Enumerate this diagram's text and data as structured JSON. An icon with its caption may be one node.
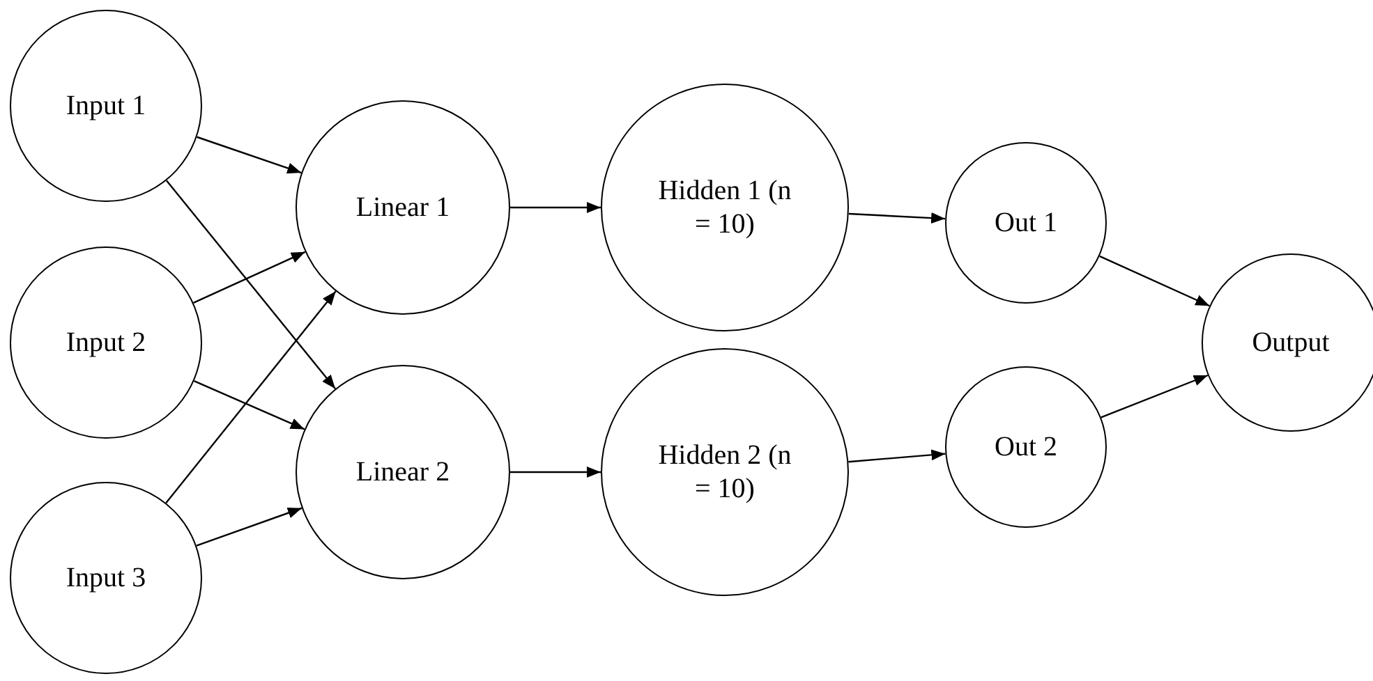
{
  "diagram": {
    "nodes": [
      {
        "text": [
          "Input 1"
        ]
      },
      {
        "text": [
          "Input 2"
        ]
      },
      {
        "text": [
          "Input 3"
        ]
      },
      {
        "text": [
          "Linear 1"
        ]
      },
      {
        "text": [
          "Linear 2"
        ]
      },
      {
        "text": [
          "Hidden 1 (n = 10)"
        ]
      },
      {
        "text": [
          "Hidden 2 (n = 10)"
        ]
      },
      {
        "text": [
          "Out 1"
        ]
      },
      {
        "text": [
          "Out 2"
        ]
      },
      {
        "text": [
          "Output"
        ]
      }
    ],
    "edges": [
      {
        "from": 0,
        "to": 3,
        "arrow": "to"
      },
      {
        "from": 0,
        "to": 4,
        "arrow": "to"
      },
      {
        "from": 1,
        "to": 3,
        "arrow": "to"
      },
      {
        "from": 1,
        "to": 4,
        "arrow": "to"
      },
      {
        "from": 2,
        "to": 3,
        "arrow": "to"
      },
      {
        "from": 2,
        "to": 4,
        "arrow": "to"
      },
      {
        "from": 3,
        "to": 5,
        "arrow": "to"
      },
      {
        "from": 4,
        "to": 6,
        "arrow": "to"
      },
      {
        "from": 5,
        "to": 7,
        "arrow": "to"
      },
      {
        "from": 6,
        "to": 8,
        "arrow": "to"
      },
      {
        "from": 7,
        "to": 9,
        "arrow": "to"
      },
      {
        "from": 8,
        "to": 9,
        "arrow": "to"
      }
    ]
  }
}
